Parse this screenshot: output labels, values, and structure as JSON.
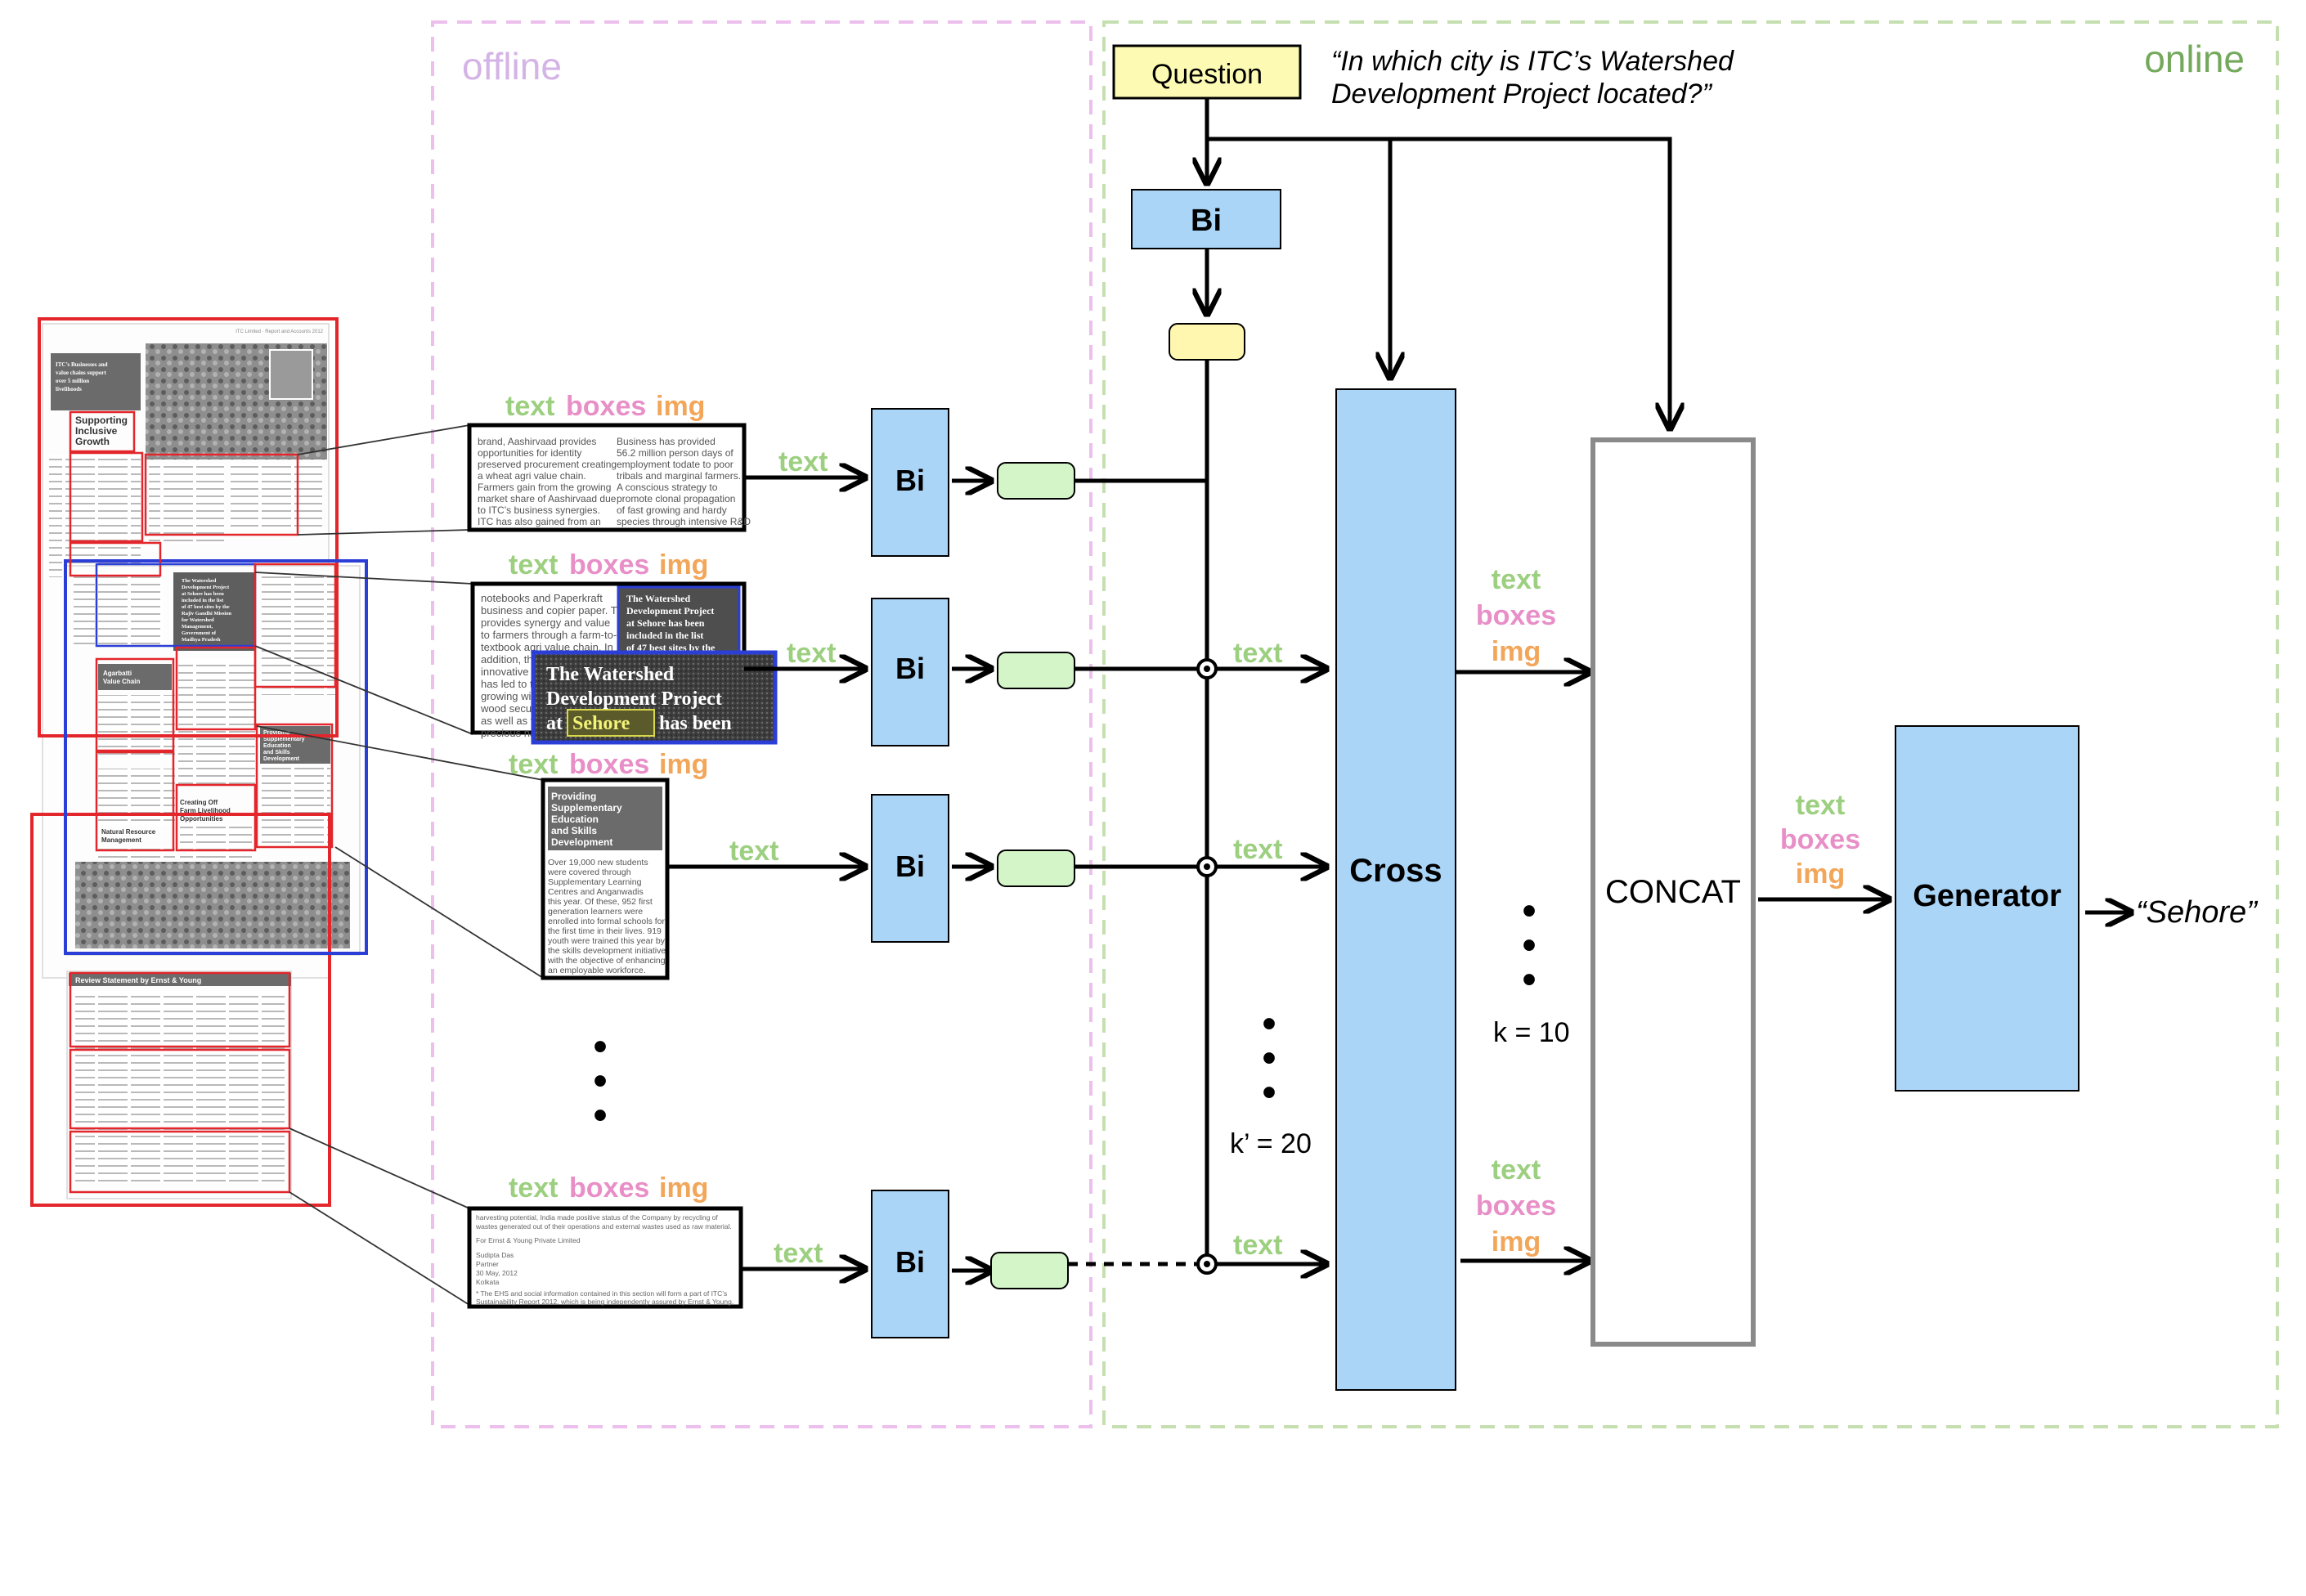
{
  "regions": {
    "offline": "offline",
    "online": "online"
  },
  "question": {
    "label": "Question",
    "text_line1": "“In which city is ITC’s Watershed",
    "text_line2": "Development Project located?”"
  },
  "modalities": {
    "text": "text",
    "boxes": "boxes",
    "img": "img"
  },
  "colors": {
    "text": "#9ccf7f",
    "boxes": "#e88fc8",
    "img": "#f2a65a",
    "encoder_fill": "#abd5f7",
    "question_fill": "#fdfbb3",
    "embedding_fill": "#d3f5c8",
    "query_emb_fill": "#fff6b0",
    "offline_border": "#ecbfec",
    "online_border": "#c6dfb0",
    "online_title": "#74a95c",
    "offline_title": "#d4b3e6",
    "page_red": "#e3262b",
    "page_blue": "#2b3ed6"
  },
  "bi_encoder": {
    "label": "Bi"
  },
  "cross_encoder": {
    "label": "Cross"
  },
  "concat": {
    "label": "CONCAT"
  },
  "generator": {
    "label": "Generator"
  },
  "answer": "“Sehore”",
  "dots": "•",
  "k_prime": "k’ = 20",
  "k": "k = 10",
  "snippets": {
    "s1": {
      "col1": [
        "brand, Aashirvaad provides",
        "opportunities for identity",
        "preserved procurement creating",
        "a wheat agri value chain.",
        "Farmers gain from the growing",
        "market share of Aashirvaad due",
        "to ITC’s business synergies.",
        "ITC has also gained from an"
      ],
      "col2": [
        "Business has provided",
        "56.2 million person days of",
        "employment todate to poor",
        "tribals and marginal farmers.",
        "A conscious strategy to",
        "promote clonal propagation",
        "of fast growing and hardy",
        "species through intensive R&D"
      ]
    },
    "s2": {
      "col1": [
        "notebooks and Paperkraft",
        "business and copier paper. This",
        "provides synergy and value",
        "to farmers through a farm-to-",
        "textbook agri value chain. In",
        "addition, the introduction of an",
        "innovative ag",
        "has led to t",
        "growing with",
        "wood secure",
        "as well as th",
        "precious nat"
      ],
      "box_small": [
        "The Watershed",
        "Development Project",
        "at Sehore has been",
        "included in the list",
        "of 47 best sites by the"
      ],
      "zoom_line1": "The Watershed",
      "zoom_line2": "Development Project",
      "zoom_pre": "at",
      "zoom_highlight": "Sehore",
      "zoom_post": "has been"
    },
    "s3": {
      "heading": [
        "Providing",
        "Supplementary",
        "Education",
        "and Skills",
        "Development"
      ],
      "body": [
        "Over 19,000 new students",
        "were covered through",
        "Supplementary Learning",
        "Centres and Anganwadis",
        "this year. Of these, 952 first",
        "generation learners were",
        "enrolled into formal schools for",
        "the first time in their lives. 919",
        "youth were trained this year by",
        "the skills development initiative",
        "with the objective of enhancing",
        "an employable workforce."
      ]
    },
    "s4": {
      "lines": [
        "harvesting potential, India made positive status of the Company by recycling of",
        "wastes generated out of their operations and external wastes used as raw material.",
        "For Ernst & Young Private Limited",
        "Sudipta Das",
        "Partner",
        "30 May, 2012",
        "Kolkata",
        "* The EHS and social information contained in this section will form a part of ITC’s",
        "Sustainability Report 2012, which is being independently assured by Ernst & Young."
      ]
    }
  },
  "page_thumb": {
    "header": "ITC Limited · Report and Accounts 2012",
    "title_box": [
      "ITC’s Businesses and",
      "value chains support",
      "over 5 million",
      "livelihoods"
    ],
    "supporting": [
      "Supporting",
      "Inclusive",
      "Growth"
    ],
    "watershed": [
      "The Watershed",
      "Development Project",
      "at Sehore has been",
      "included in the list",
      "of 47 best sites by the",
      "Rajiv Gandhi Mission",
      "for Watershed",
      "Management,",
      "Government of",
      "Madhya Pradesh"
    ],
    "agarbatti": [
      "Agarbatti",
      "Value Chain"
    ],
    "natural": [
      "Natural Resource",
      "Management"
    ],
    "creating": [
      "Creating Off",
      "Farm Livelihood",
      "Opportunities"
    ],
    "providing": [
      "Providing",
      "Supplementary",
      "Education",
      "and Skills",
      "Development"
    ],
    "review": "Review Statement by Ernst & Young"
  }
}
